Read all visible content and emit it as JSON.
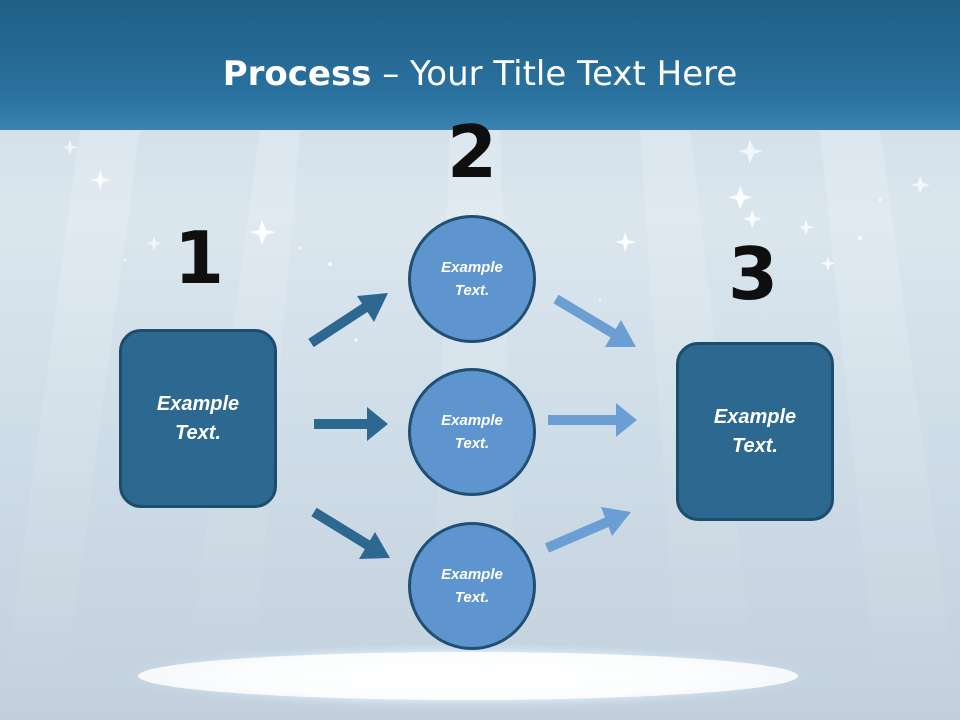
{
  "title": {
    "bold": "Process",
    "rest": " – Your Title Text Here"
  },
  "steps": [
    {
      "number": "1",
      "label": "Example\nText."
    },
    {
      "number": "2",
      "labels": [
        "Example\nText.",
        "Example\nText.",
        "Example\nText."
      ]
    },
    {
      "number": "3",
      "label": "Example\nText."
    }
  ],
  "colors": {
    "header": "#2a72a0",
    "box_fill": "#2c6890",
    "circle_fill": "#5f95ce",
    "arrow_dark": "#2c6890",
    "arrow_light": "#6b9fd3"
  }
}
